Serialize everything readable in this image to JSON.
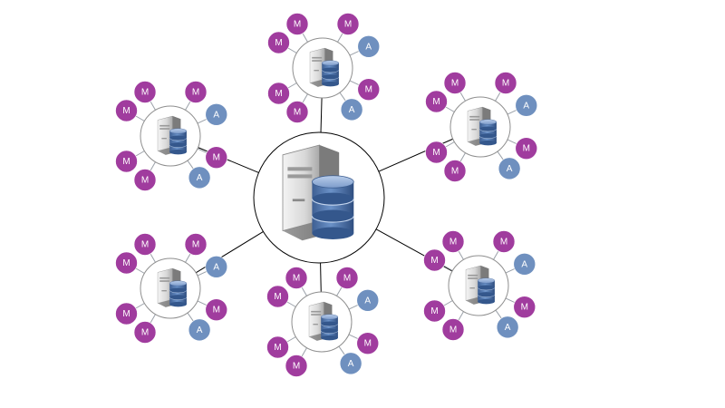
{
  "diagram": {
    "colors": {
      "background": "#ffffff",
      "line": "#000000",
      "spoke": "#9aa0a8",
      "hub_ring": "#000000",
      "cluster_ring": "#8f8f8f",
      "m_node": "#a03c9e",
      "a_node": "#6f90bf",
      "server_case": "#dedede",
      "db_blue": "#4f74a8"
    },
    "labels": {
      "m": "M",
      "a": "A"
    },
    "central_server": {
      "icon": "server-database-icon"
    },
    "clusters": [
      {
        "id": "top",
        "icon": "server-database-icon",
        "nodes": [
          "M",
          "M",
          "M",
          "A",
          "M",
          "A",
          "M",
          "M"
        ]
      },
      {
        "id": "upper-right",
        "icon": "server-database-icon",
        "nodes": [
          "M",
          "M",
          "M",
          "A",
          "M",
          "A",
          "M",
          "M"
        ]
      },
      {
        "id": "upper-left",
        "icon": "server-database-icon",
        "nodes": [
          "M",
          "M",
          "M",
          "A",
          "M",
          "A",
          "M",
          "M"
        ]
      },
      {
        "id": "lower-left",
        "icon": "server-database-icon",
        "nodes": [
          "M",
          "M",
          "M",
          "A",
          "M",
          "A",
          "M",
          "M"
        ]
      },
      {
        "id": "bottom",
        "icon": "server-database-icon",
        "nodes": [
          "M",
          "M",
          "M",
          "A",
          "M",
          "A",
          "M",
          "M"
        ]
      },
      {
        "id": "lower-right",
        "icon": "server-database-icon",
        "nodes": [
          "M",
          "M",
          "M",
          "A",
          "M",
          "A",
          "M",
          "M"
        ]
      }
    ]
  }
}
